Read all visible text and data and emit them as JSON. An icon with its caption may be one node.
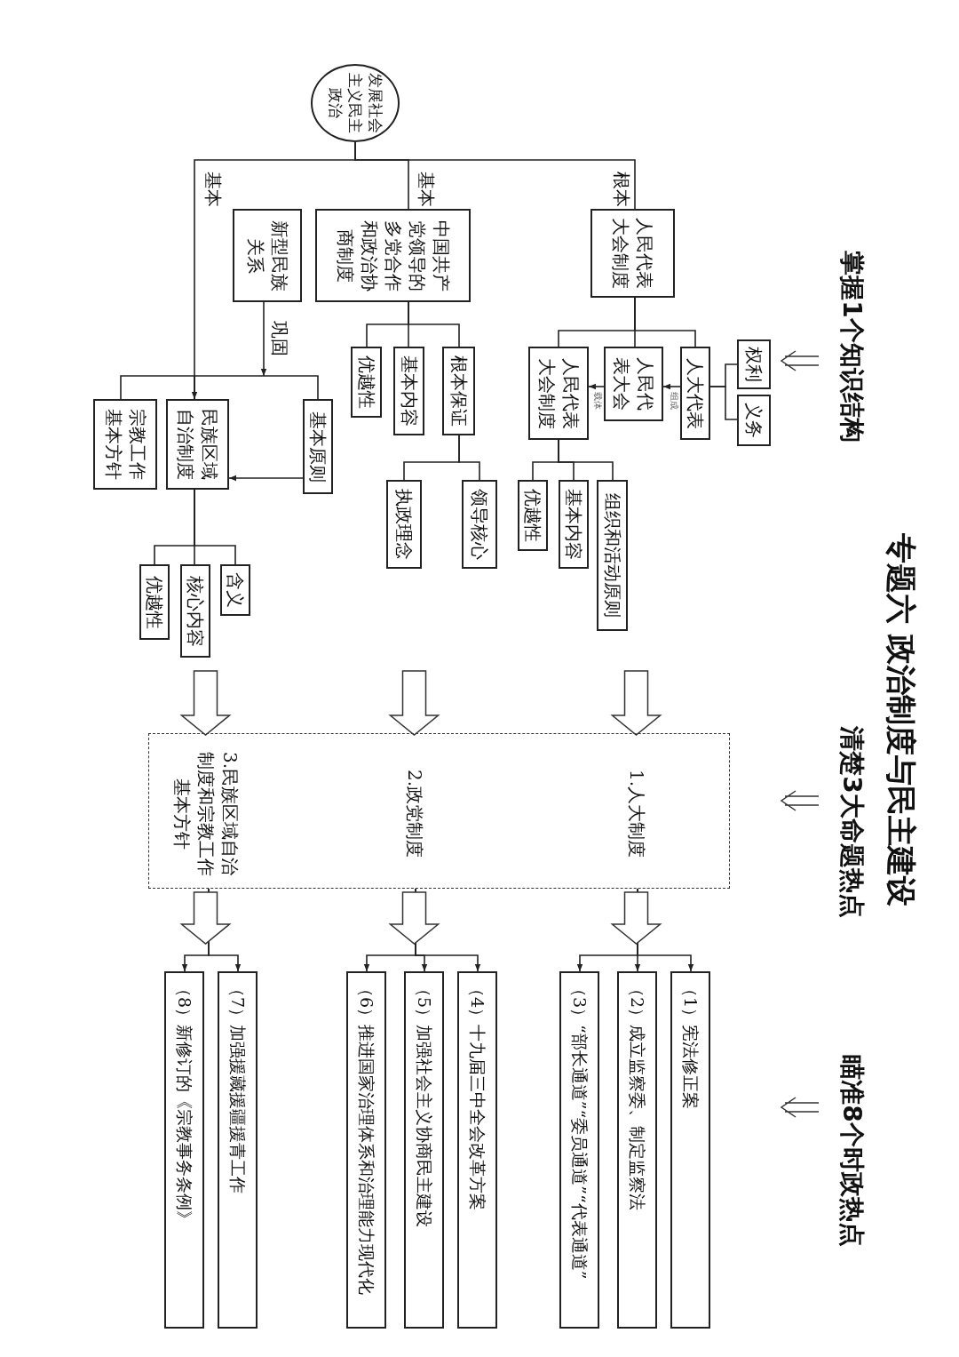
{
  "diagram": {
    "title": "专题六 政治制度与民主建设",
    "nodes": [
      {
        "text": [
          "发展社会主义民主政治"
        ]
      },
      {
        "text": [
          "人民代表大会制度"
        ]
      },
      {
        "text": [
          "人大代表"
        ]
      },
      {
        "text": [
          "人民代表大会"
        ]
      },
      {
        "text": [
          "人民代表大会制度"
        ]
      },
      {
        "text": [
          "权利"
        ]
      },
      {
        "text": [
          "义务"
        ]
      },
      {
        "text": [
          "组织和活动原则"
        ]
      },
      {
        "text": [
          "基本内容"
        ]
      },
      {
        "text": [
          "优越性"
        ]
      },
      {
        "text": [
          "中国共产党领导的多党合作和政治协商制度"
        ]
      },
      {
        "text": [
          "根本保证"
        ]
      },
      {
        "text": [
          "基本内容"
        ]
      },
      {
        "text": [
          "优越性"
        ]
      },
      {
        "text": [
          "领导核心"
        ]
      },
      {
        "text": [
          "执政理念"
        ]
      },
      {
        "text": [
          "新型民族关系"
        ]
      },
      {
        "text": [
          "基本原则"
        ]
      },
      {
        "text": [
          "民族区域自治制度"
        ]
      },
      {
        "text": [
          "宗教工作基本方针"
        ]
      },
      {
        "text": [
          "含义"
        ]
      },
      {
        "text": [
          "核心内容"
        ]
      },
      {
        "text": [
          "优越性"
        ]
      },
      {
        "text": [],
        "shape": "box"
      },
      {
        "text": [
          "1.人大制度"
        ],
        "in": 23
      },
      {
        "text": [
          "2.政党制度"
        ],
        "in": 23
      },
      {
        "text": [
          "3.民族区域自治制度和宗教工作基本方针"
        ],
        "in": 23
      },
      {
        "text": [
          "（1）宪法修正案"
        ]
      },
      {
        "text": [
          "（2）成立监察委、制定监察法"
        ]
      },
      {
        "text": [
          "（3）“部长通道”“委员通道”“代表通道”"
        ]
      },
      {
        "text": [
          "（4）十九届三中全会改革方案"
        ]
      },
      {
        "text": [
          "（5）加强社会主义协商民主建设"
        ]
      },
      {
        "text": [
          "（6）推进国家治理体系和治理能力现代化"
        ]
      },
      {
        "text": [
          "（7）加强援藏援疆援青工作"
        ]
      },
      {
        "text": [
          "（8）新修订的《宗教事务条例》"
        ]
      }
    ],
    "edges": [
      {
        "from": 0,
        "to": 1,
        "arrow": "none",
        "label": "根本"
      },
      {
        "from": 0,
        "to": 10,
        "arrow": "none",
        "label": "基本"
      },
      {
        "from": 0,
        "to": 18,
        "arrow": "to",
        "label": "基本"
      },
      {
        "from": 1,
        "to": 2,
        "arrow": "none"
      },
      {
        "from": 1,
        "to": 3,
        "arrow": "none"
      },
      {
        "from": 1,
        "to": 4,
        "arrow": "none"
      },
      {
        "from": 2,
        "to": 3,
        "arrow": "to",
        "label": "组成"
      },
      {
        "from": 3,
        "to": 4,
        "arrow": "to",
        "label": "载体"
      },
      {
        "from": 2,
        "to": 5,
        "arrow": "none"
      },
      {
        "from": 2,
        "to": 6,
        "arrow": "none"
      },
      {
        "from": 4,
        "to": 7,
        "arrow": "none"
      },
      {
        "from": 4,
        "to": 8,
        "arrow": "none"
      },
      {
        "from": 4,
        "to": 9,
        "arrow": "none"
      },
      {
        "from": 10,
        "to": 11,
        "arrow": "none"
      },
      {
        "from": 10,
        "to": 12,
        "arrow": "none"
      },
      {
        "from": 10,
        "to": 13,
        "arrow": "none"
      },
      {
        "from": 11,
        "to": 14,
        "arrow": "none"
      },
      {
        "from": 11,
        "to": 15,
        "arrow": "none"
      },
      {
        "from": 16,
        "to": 18,
        "arrow": "to",
        "label": "巩固"
      },
      {
        "from": 18,
        "to": 17,
        "arrow": "none"
      },
      {
        "from": 18,
        "to": 19,
        "arrow": "none"
      },
      {
        "from": 17,
        "to": 18,
        "arrow": "to"
      },
      {
        "from": 18,
        "to": 20,
        "arrow": "none"
      },
      {
        "from": 18,
        "to": 21,
        "arrow": "none"
      },
      {
        "from": 18,
        "to": 22,
        "arrow": "none"
      },
      {
        "from": null,
        "to": 24,
        "arrow": "to"
      },
      {
        "from": null,
        "to": 25,
        "arrow": "to"
      },
      {
        "from": null,
        "to": 26,
        "arrow": "to"
      },
      {
        "from": 24,
        "to": 27,
        "arrow": "to"
      },
      {
        "from": 24,
        "to": 28,
        "arrow": "to"
      },
      {
        "from": 24,
        "to": 29,
        "arrow": "to"
      },
      {
        "from": 25,
        "to": 30,
        "arrow": "to"
      },
      {
        "from": 25,
        "to": 31,
        "arrow": "to"
      },
      {
        "from": 25,
        "to": 32,
        "arrow": "to"
      },
      {
        "from": 26,
        "to": 33,
        "arrow": "to"
      },
      {
        "from": 26,
        "to": 34,
        "arrow": "to"
      }
    ],
    "labels": [
      "掌握1个知识结构",
      "清楚3大命题热点",
      "瞄准8个时政热点"
    ]
  }
}
